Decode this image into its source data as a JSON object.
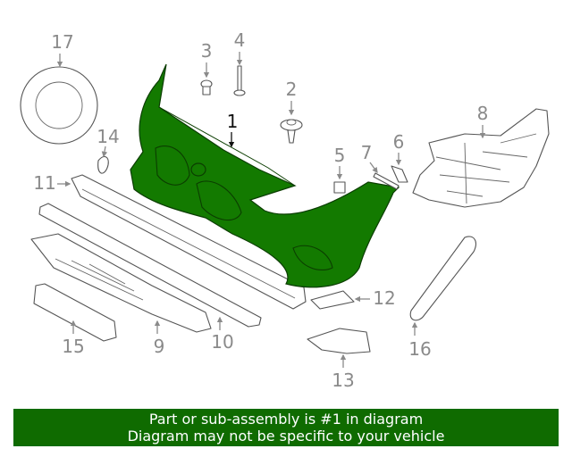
{
  "colors": {
    "highlight": "#137a00",
    "banner_bg": "#0f6b00",
    "callout": "#8a8a8a",
    "line": "#555555"
  },
  "callouts": {
    "c1": "1",
    "c2": "2",
    "c3": "3",
    "c4": "4",
    "c5": "5",
    "c6": "6",
    "c7": "7",
    "c8": "8",
    "c9": "9",
    "c10": "10",
    "c11": "11",
    "c12": "12",
    "c13": "13",
    "c14": "14",
    "c15": "15",
    "c16": "16",
    "c17": "17"
  },
  "parts": {
    "p1": "bumper-cover",
    "p2": "push-retainer",
    "p3": "clip",
    "p4": "screw",
    "p5": "nut",
    "p6": "bracket",
    "p7": "clip",
    "p8": "headlamp-support-bracket",
    "p9": "lower-absorber",
    "p10": "reinforcement-bar",
    "p11": "upper-reinforcement",
    "p12": "insert",
    "p13": "fog-lamp-cover",
    "p14": "emblem-clip",
    "p15": "license-plate-bracket",
    "p16": "side-reflector-trim",
    "p17": "camera-cover"
  },
  "banner": {
    "line1": "Part or sub-assembly is #1 in diagram",
    "line2": "Diagram may not be specific to your vehicle"
  }
}
